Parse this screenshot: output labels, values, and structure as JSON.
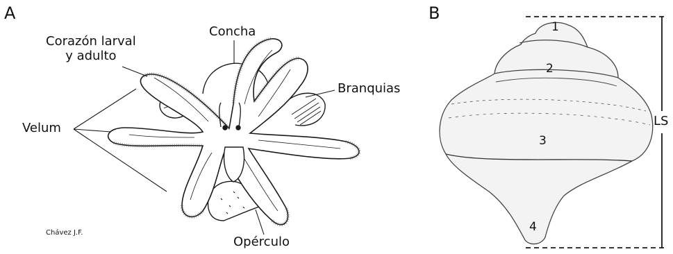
{
  "panels": {
    "a": "A",
    "b": "B"
  },
  "panel_a": {
    "labels": {
      "heart_line1": "Corazón larval",
      "heart_line2": "y adulto",
      "shell": "Concha",
      "gills": "Branquias",
      "velum": "Velum",
      "operculum": "Opérculo"
    },
    "credit": "Chávez J.F."
  },
  "panel_b": {
    "whorl_numbers": [
      "1",
      "2",
      "3",
      "4"
    ],
    "measure_label": "LS"
  },
  "colors": {
    "ink": "#1a1a1a",
    "fill": "#ffffff",
    "shell_shade": "#f3f3f3"
  }
}
